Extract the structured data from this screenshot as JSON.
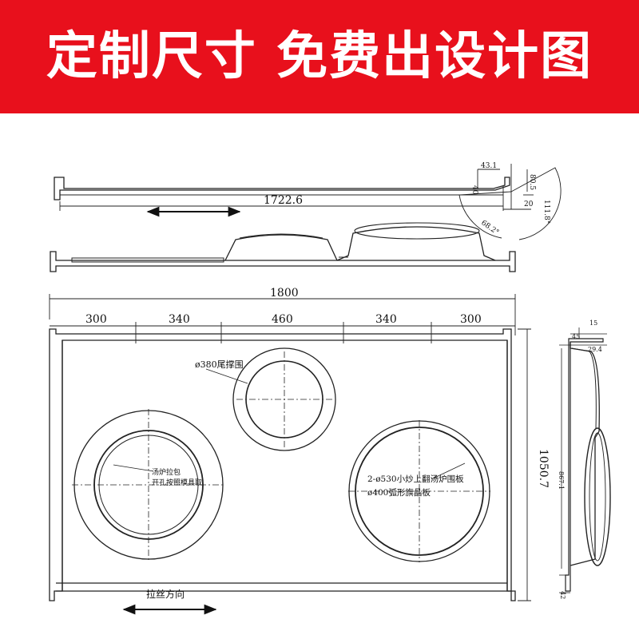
{
  "banner": {
    "title": "定制尺寸 免费出设计图",
    "background_color": "#e8101c",
    "text_color": "#ffffff"
  },
  "top_view": {
    "length": "1722.6",
    "detail_dims": {
      "d1": "43.1",
      "d2": "40",
      "d3": "80.5",
      "d4": "20",
      "d5": "111.8°",
      "d6": "68.2°"
    }
  },
  "front_view": {
    "overall_width": "1800",
    "segments": [
      "300",
      "340",
      "460",
      "340",
      "300"
    ],
    "height": "1050.7",
    "labels": {
      "small_hole": "ø380尾撑围",
      "left_hole_line1": "汤炉拉包",
      "left_hole_line2": "开孔按照模具取",
      "right_hole_line1": "2-ø530小炒上翻汤炉围板",
      "right_hole_line2": "ø400弧形旗晶板",
      "brush_direction": "拉丝方向"
    }
  },
  "side_view": {
    "d_top": "15",
    "d_left": "45",
    "d_right": "29.4",
    "d_height": "867.1",
    "d_bottom": "42"
  },
  "line_color": "#222222"
}
